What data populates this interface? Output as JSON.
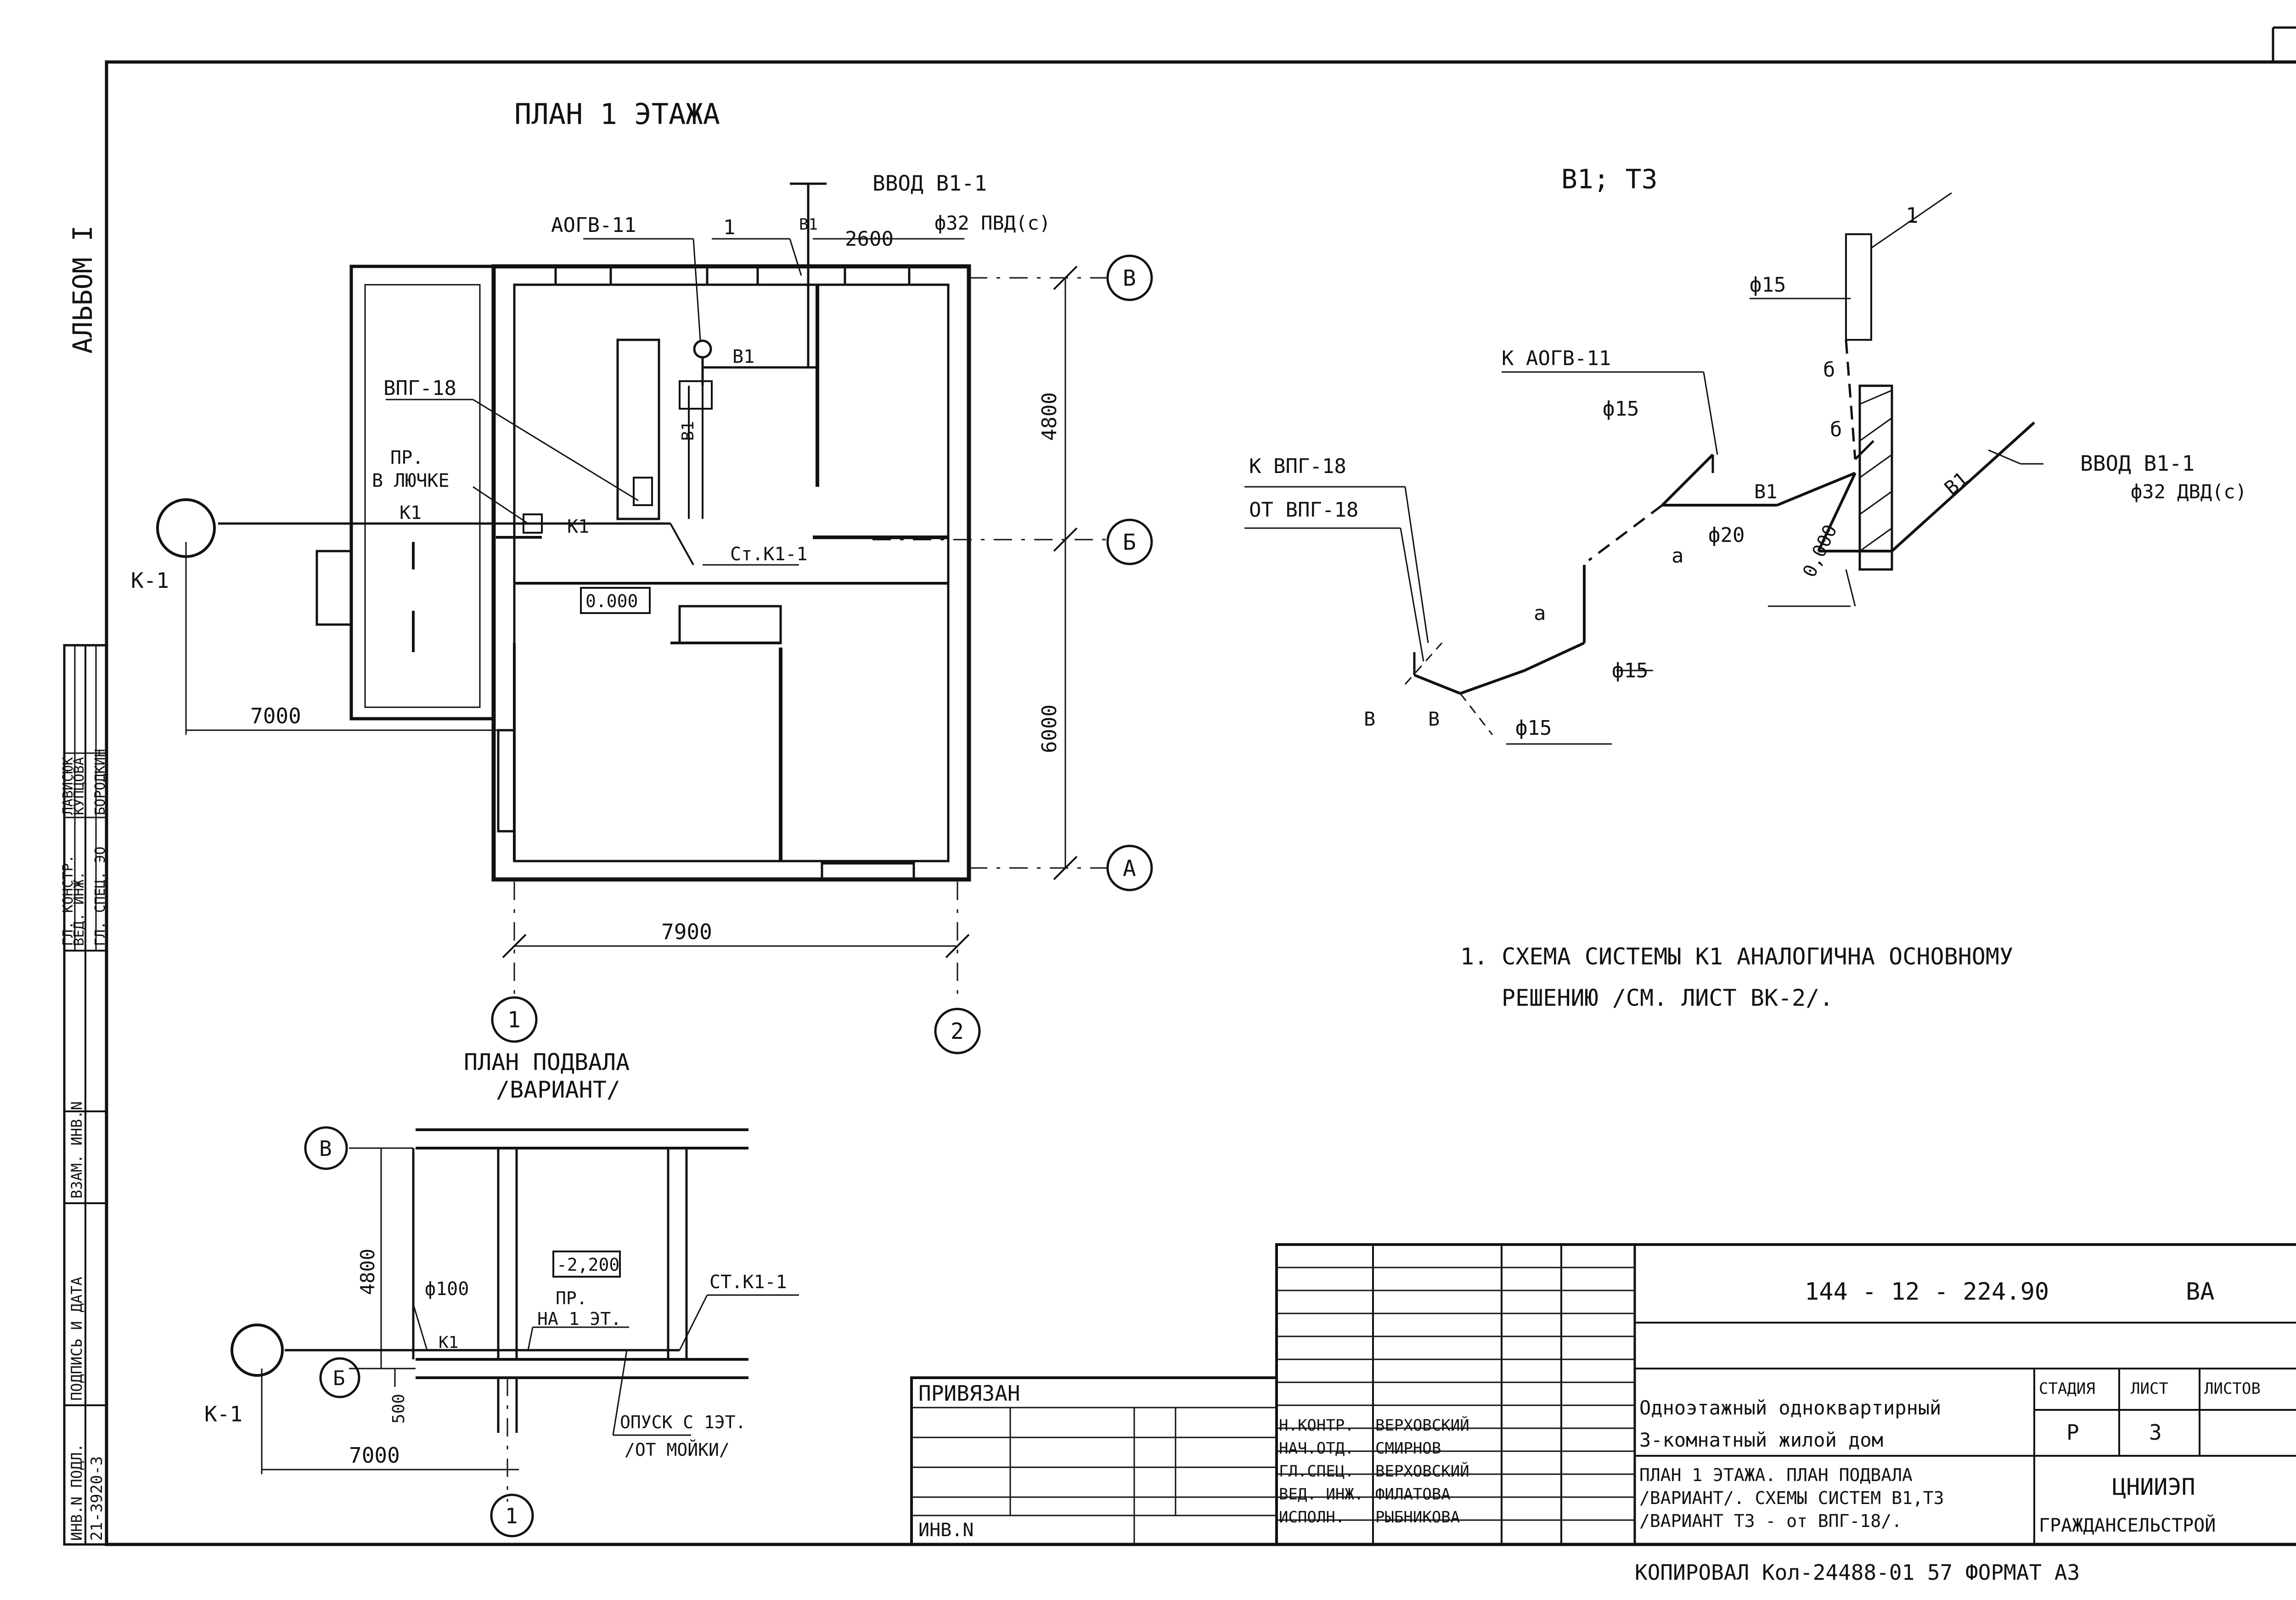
{
  "side_album": "АЛЬБОМ I",
  "plan1": {
    "title": "ПЛАН  1 ЭТАЖА",
    "inlet_label": "ВВОД В1-1",
    "inlet_pipe": "ф32 ПВД(с)",
    "dim_2600": "2600",
    "callout_1": "1",
    "aogv": "АОГВ-11",
    "b1_a": "В1",
    "b1_b": "В1",
    "b1_c": "В1",
    "vpg": "ВПГ-18",
    "pr_1": "ПР.",
    "pr_2": "В ЛЮЧКЕ",
    "k1_a": "К1",
    "k1_b": "К1",
    "st_k1": "Ст.К1-1",
    "level": "0.000",
    "k1_well": "К-1",
    "dim_7000": "7000",
    "dim_4800": "4800",
    "dim_6000": "6000",
    "dim_7900": "7900",
    "axis_v": "В",
    "axis_b": "Б",
    "axis_a": "А",
    "axis_1": "1",
    "axis_2": "2"
  },
  "basement": {
    "title_1": "ПЛАН ПОДВАЛА",
    "title_2": "/ВАРИАНТ/",
    "axis_v": "В",
    "axis_b": "Б",
    "axis_1": "1",
    "dim_4800": "4800",
    "dim_500": "500",
    "dim_7000": "7000",
    "pipe_d100": "ф100",
    "level": "-2,200",
    "pr_1": "ПР.",
    "pr_2": "НА 1 ЭТ.",
    "st_k1": "СТ.К1-1",
    "k1": "К1",
    "k1_well": "К-1",
    "opusk_1": "ОПУСК С 1ЭТ.",
    "opusk_2": "/ОТ МОЙКИ/"
  },
  "schema": {
    "title": "В1; Т3",
    "callout_1": "1",
    "d15_top": "ф15",
    "delta_1": "б",
    "delta_2": "б",
    "k_aogv": "К АОГВ-11",
    "d15_aogv": "ф15",
    "b1_mid": "В1",
    "b1_right": "В1",
    "d20": "ф20",
    "level_0": "0,000",
    "inlet": "ВВОД В1-1",
    "inlet_pipe": "ф32 ДВД(с)",
    "k_vpg": "К ВПГ-18",
    "ot_vpg": "ОТ ВПГ-18",
    "a_1": "а",
    "a_2": "а",
    "d15_r": "ф15",
    "d15_b": "ф15",
    "v_1": "В",
    "v_2": "В"
  },
  "note": {
    "line1": "1. СХЕМА СИСТЕМЫ К1 АНАЛОГИЧНА ОСНОВНОМУ",
    "line2": "РЕШЕНИЮ /СМ. ЛИСТ ВК-2/."
  },
  "stamp_left": {
    "roles": [
      "ГЛ. КОНСТР.",
      "ВЕД. ИНЖ.",
      "ГЛ. СПЕЦ. ЭО"
    ],
    "names": [
      "ЛАВИСЮК",
      "КУПЦОВА",
      "БОРОДКИН"
    ],
    "inv_podl": "ИНВ.N ПОДЛ.",
    "podpis": "ПОДПИСЬ И ДАТА",
    "vzam": "ВЗАМ. ИНВ.N",
    "number": "21-3920-3"
  },
  "title_block": {
    "code": "144 - 12 - 224.90",
    "mark": "ВА",
    "privyazan": "ПРИВЯЗАН",
    "inv": "ИНВ.N",
    "roles": [
      "Н.КОНТР.",
      "НАЧ.ОТД.",
      "ГЛ.СПЕЦ.",
      "ВЕД. ИНЖ.",
      "ИСПОЛН."
    ],
    "names": [
      "ВЕРХОВСКИЙ",
      "СМИРНОВ",
      "ВЕРХОВСКИЙ",
      "ФИЛАТОВА",
      "РЫБНИКОВА"
    ],
    "project_1": "Одноэтажный одноквартирный",
    "project_2": "3-комнатный жилой дом",
    "sheet_1": "ПЛАН 1 ЭТАЖА. ПЛАН ПОДВАЛА",
    "sheet_2": "/ВАРИАНТ/. СХЕМЫ СИСТЕМ В1,Т3",
    "sheet_3": "/ВАРИАНТ Т3 - от ВПГ-18/.",
    "stage_h": "СТАДИЯ",
    "list_h": "ЛИСТ",
    "lists_h": "ЛИСТОВ",
    "stage": "Р",
    "list": "3",
    "org_1": "ЦНИИЭП",
    "org_2": "ГРАЖДАНСЕЛЬСТРОЙ",
    "footer": "КОПИРОВАЛ  Кол-24488-01  57  ФОРМАТ А3"
  }
}
